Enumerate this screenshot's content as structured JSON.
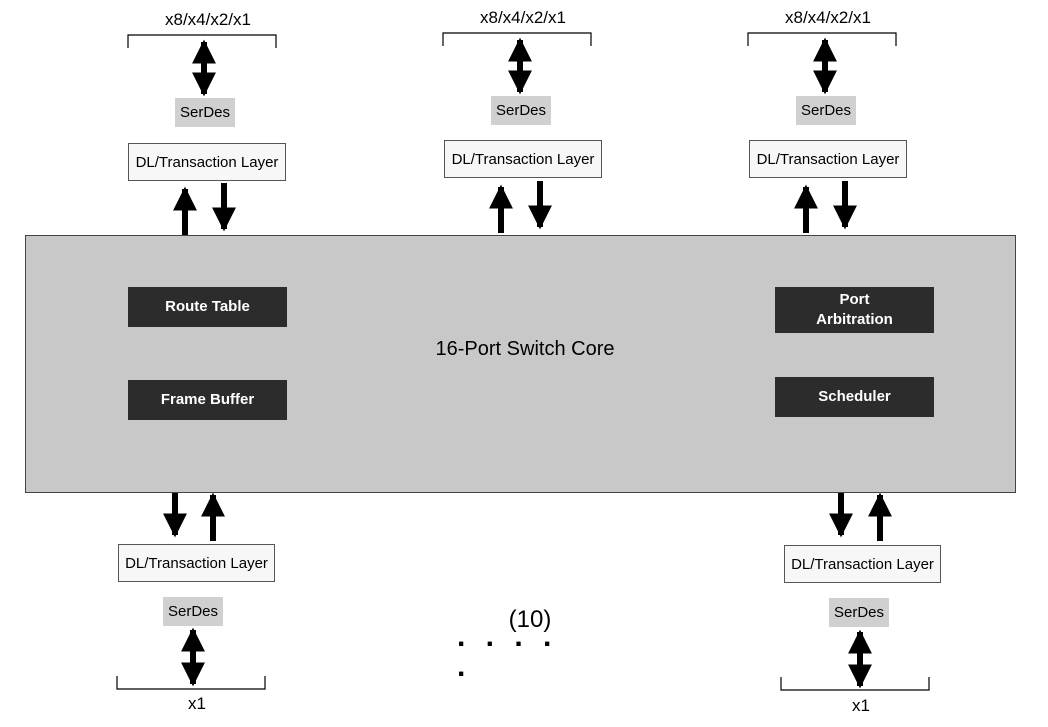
{
  "ports_top": [
    {
      "lane_label": "x8/x4/x2/x1",
      "serdes": "SerDes",
      "dl": "DL/Transaction Layer"
    },
    {
      "lane_label": "x8/x4/x2/x1",
      "serdes": "SerDes",
      "dl": "DL/Transaction Layer"
    },
    {
      "lane_label": "x8/x4/x2/x1",
      "serdes": "SerDes",
      "dl": "DL/Transaction Layer"
    }
  ],
  "ports_bottom": [
    {
      "lane_label": "x1",
      "serdes": "SerDes",
      "dl": "DL/Transaction Layer"
    },
    {
      "lane_label": "x1",
      "serdes": "SerDes",
      "dl": "DL/Transaction Layer"
    }
  ],
  "core": {
    "title": "16-Port Switch Core",
    "blocks": {
      "route_table": "Route Table",
      "frame_buffer": "Frame Buffer",
      "port_arbitration": "Port Arbitration",
      "scheduler": "Scheduler"
    }
  },
  "ellipsis": {
    "count_label": "(10)",
    "dots": ". . . . ."
  }
}
